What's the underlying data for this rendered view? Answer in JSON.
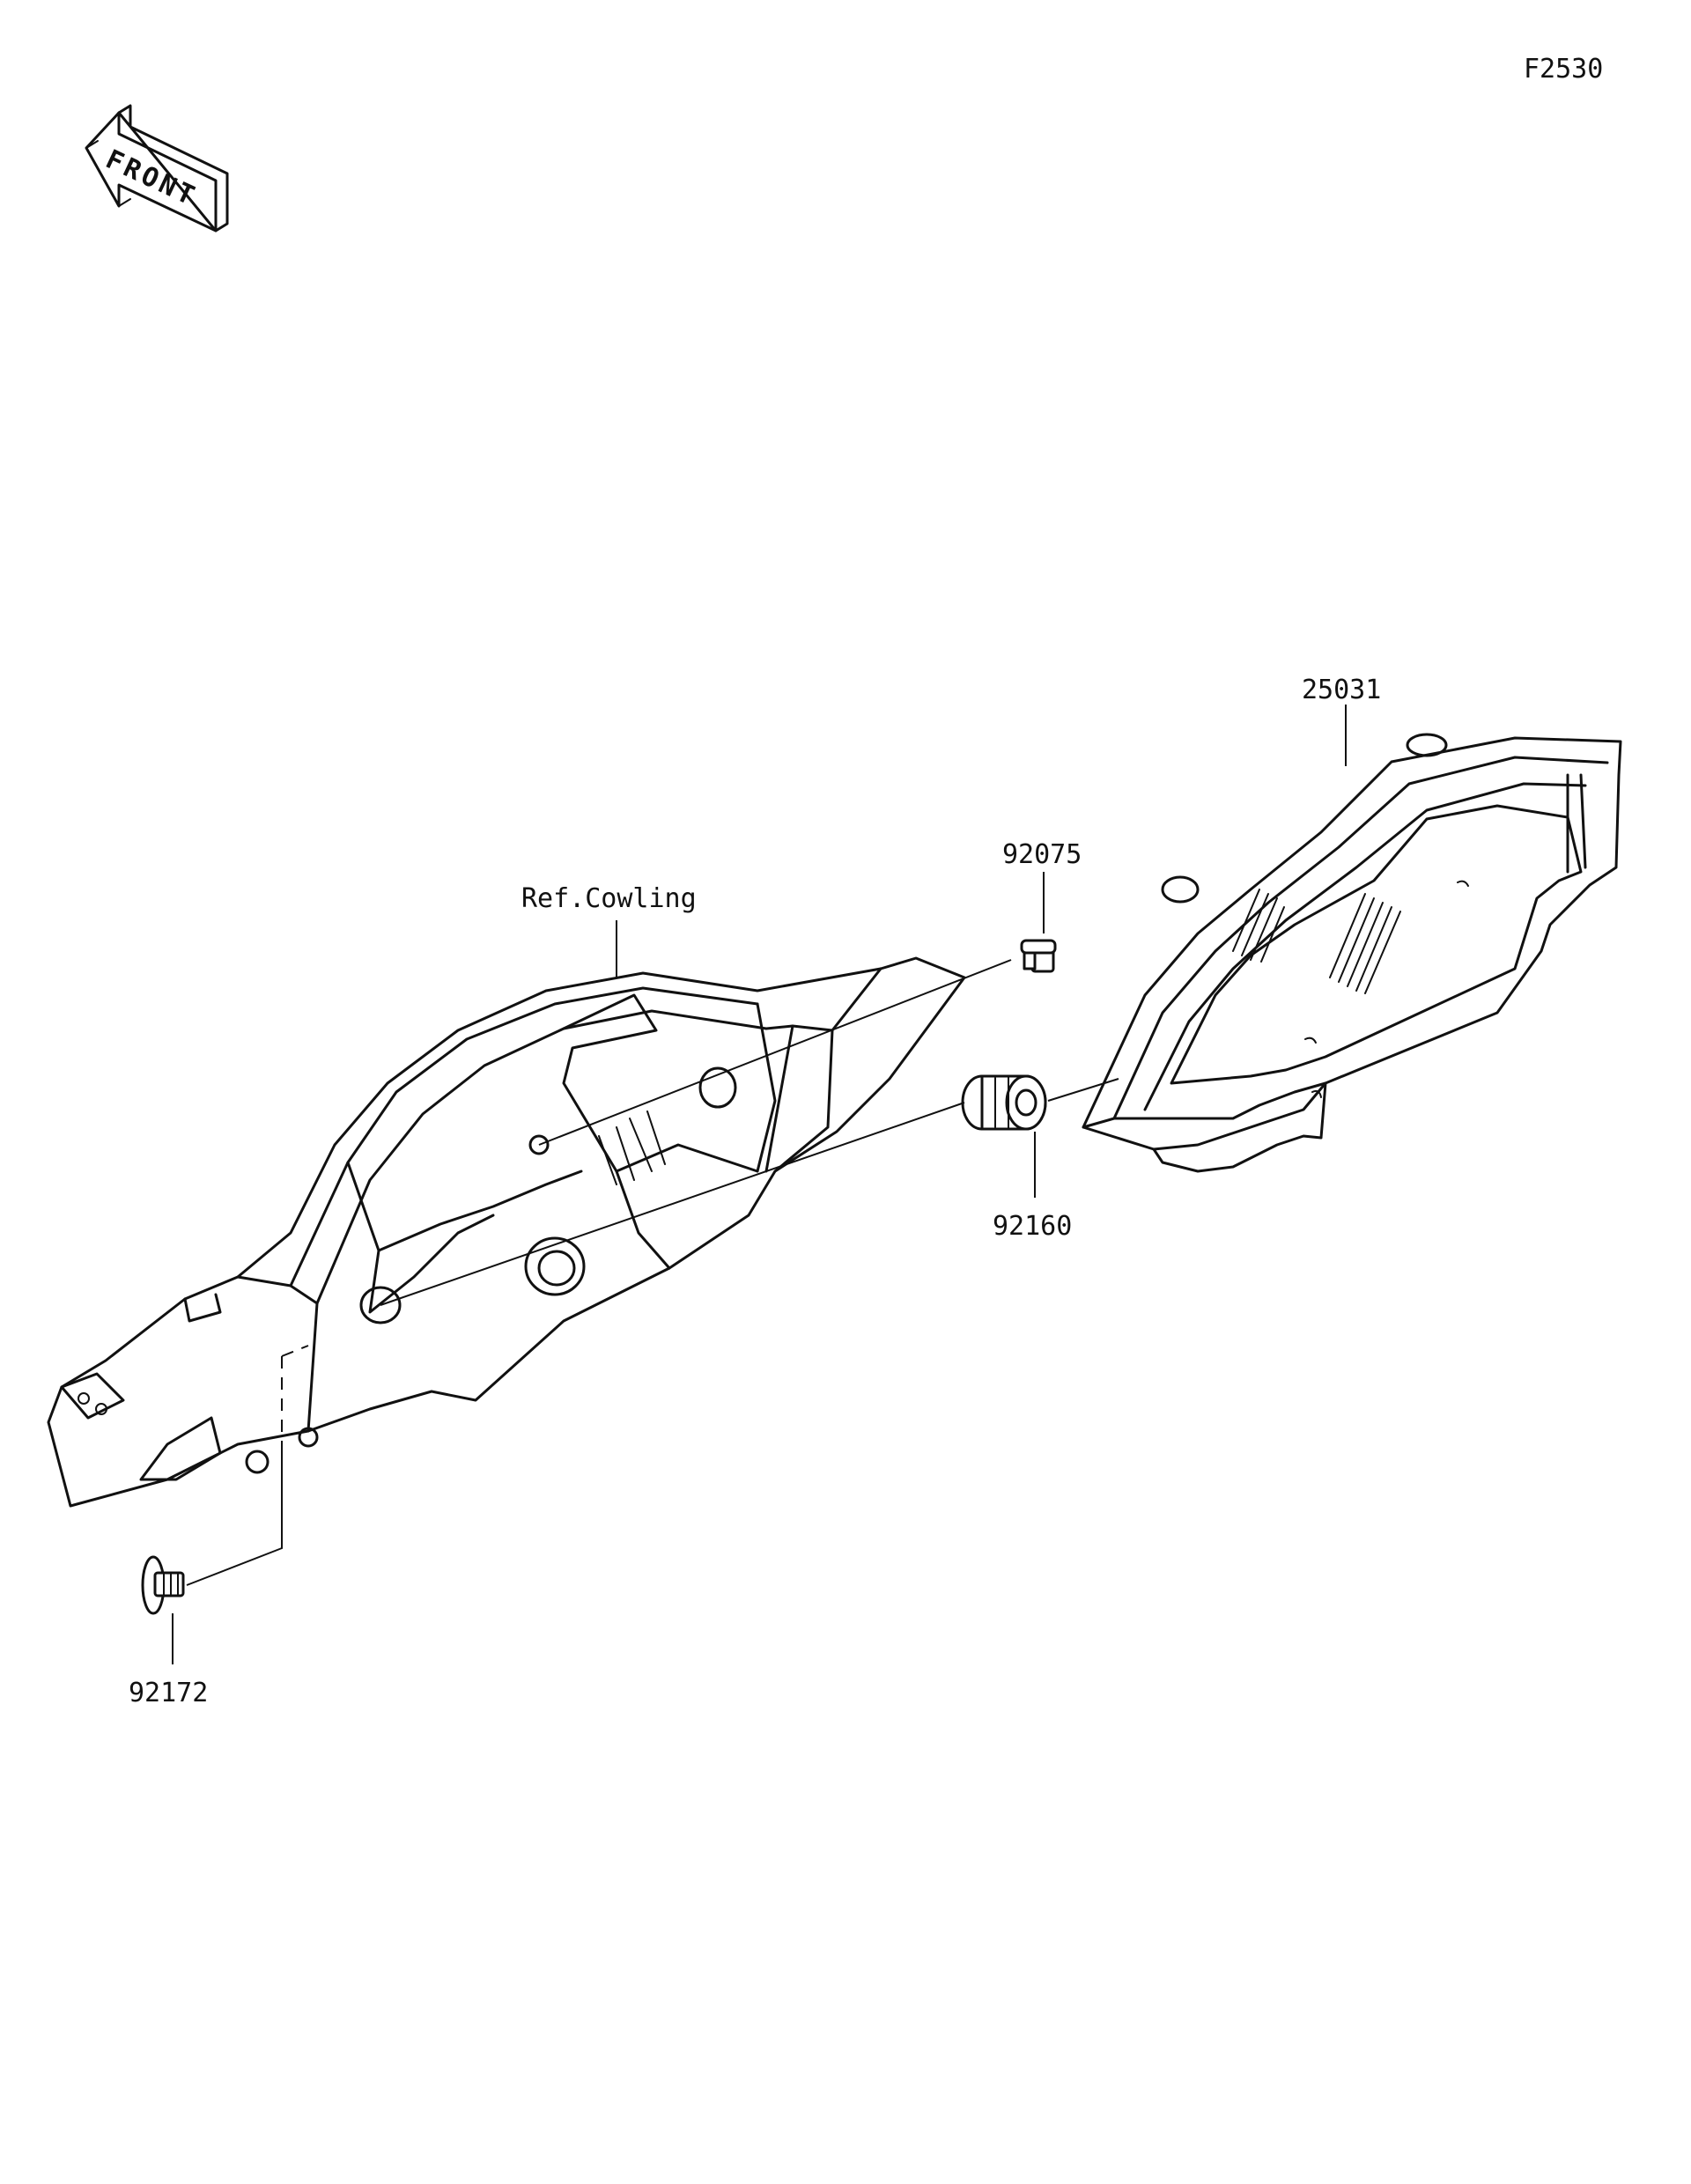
{
  "figure_id": "F2530",
  "front_label": "FRONT",
  "parts": {
    "cowling": "Ref.Cowling",
    "meter": "25031",
    "bolt_upper": "92075",
    "grommet": "92160",
    "bolt_lower": "92172"
  }
}
